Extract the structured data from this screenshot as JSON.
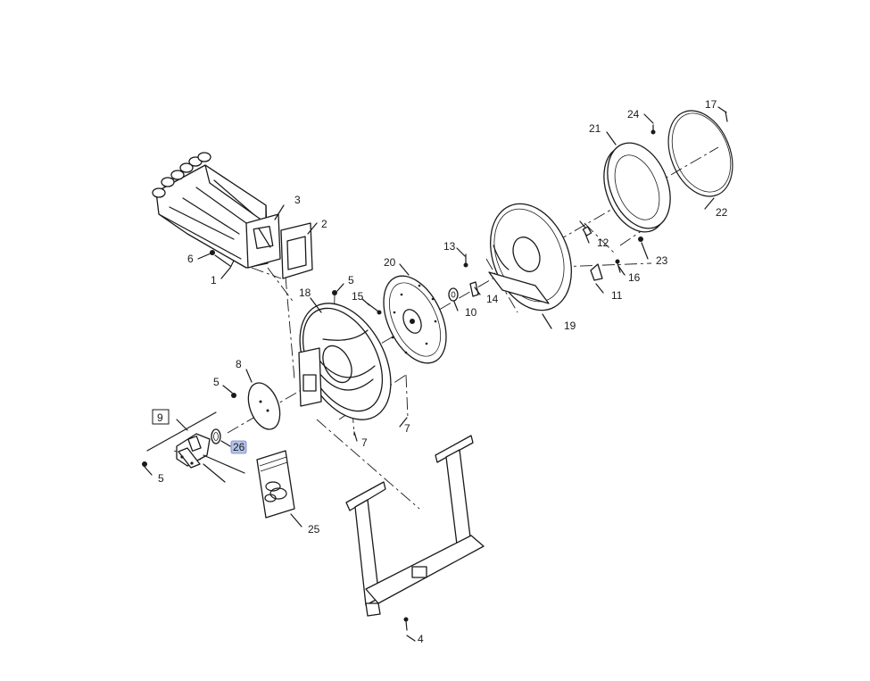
{
  "diagram": {
    "background": "#ffffff",
    "line_color": "#1a1a1a",
    "highlight_color": "#b5c3ea",
    "callouts": {
      "c1": "1",
      "c2": "2",
      "c3": "3",
      "c4": "4",
      "c5a": "5",
      "c5b": "5",
      "c5c": "5",
      "c6": "6",
      "c7a": "7",
      "c7b": "7",
      "c8": "8",
      "c9": "9",
      "c10": "10",
      "c11": "11",
      "c12": "12",
      "c13": "13",
      "c14": "14",
      "c15": "15",
      "c16": "16",
      "c17": "17",
      "c18": "18",
      "c19": "19",
      "c20": "20",
      "c21": "21",
      "c22": "22",
      "c23": "23",
      "c24": "24",
      "c25": "25",
      "c26": "26"
    },
    "selected_callout": "26",
    "boxed_callout": "9"
  }
}
